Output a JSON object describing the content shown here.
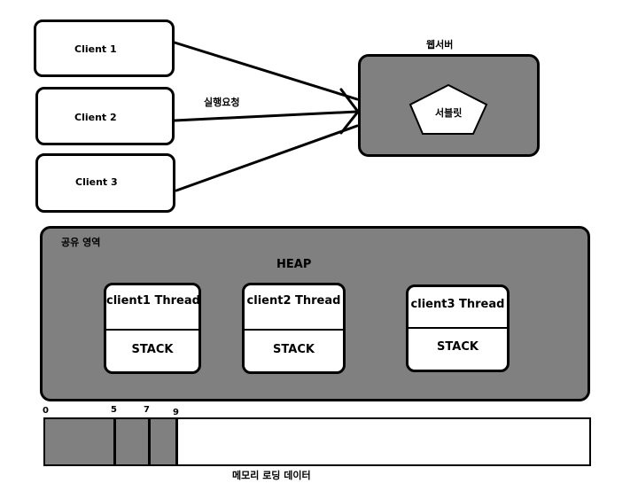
{
  "clients": [
    {
      "label": "Client 1"
    },
    {
      "label": "Client 2"
    },
    {
      "label": "Client 3"
    }
  ],
  "request_label": "실행요청",
  "web_server": {
    "label": "웹서버",
    "servlet_label": "서블릿"
  },
  "shared_area": {
    "label": "공유 영역",
    "heap_label": "HEAP",
    "threads": [
      {
        "title": "client1 Thread",
        "stack_label": "STACK"
      },
      {
        "title": "client2 Thread",
        "stack_label": "STACK"
      },
      {
        "title": "client3 Thread",
        "stack_label": "STACK"
      }
    ]
  },
  "memory": {
    "ticks": [
      "0",
      "5",
      "7",
      "9"
    ],
    "label": "메모리 로딩 데이터"
  },
  "colors": {
    "fill_gray": "#808080",
    "outline": "#000000",
    "background": "#ffffff"
  }
}
